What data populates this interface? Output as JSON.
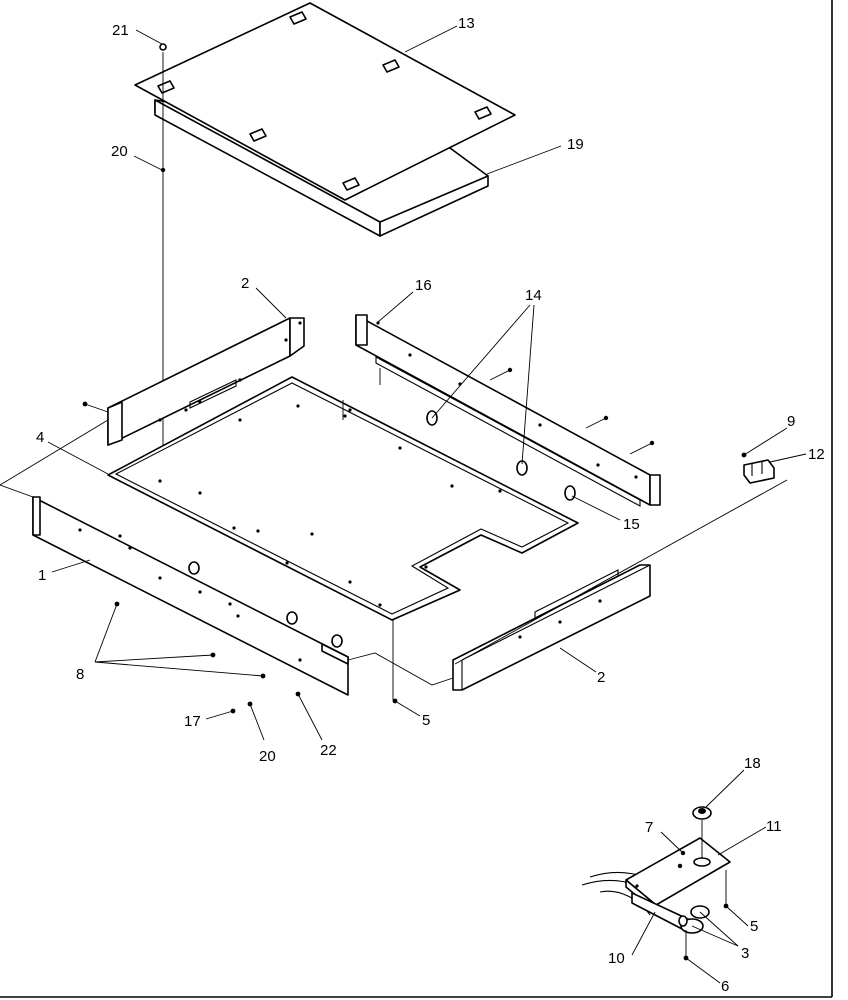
{
  "callouts": [
    {
      "id": "c21",
      "text": "21"
    },
    {
      "id": "c13",
      "text": "13"
    },
    {
      "id": "c20a",
      "text": "20"
    },
    {
      "id": "c19",
      "text": "19"
    },
    {
      "id": "c2a",
      "text": "2"
    },
    {
      "id": "c16",
      "text": "16"
    },
    {
      "id": "c14",
      "text": "14"
    },
    {
      "id": "c4",
      "text": "4"
    },
    {
      "id": "c9",
      "text": "9"
    },
    {
      "id": "c12",
      "text": "12"
    },
    {
      "id": "c15",
      "text": "15"
    },
    {
      "id": "c1",
      "text": "1"
    },
    {
      "id": "c8",
      "text": "8"
    },
    {
      "id": "c2b",
      "text": "2"
    },
    {
      "id": "c17",
      "text": "17"
    },
    {
      "id": "c20b",
      "text": "20"
    },
    {
      "id": "c22",
      "text": "22"
    },
    {
      "id": "c5a",
      "text": "5"
    },
    {
      "id": "c18",
      "text": "18"
    },
    {
      "id": "c7",
      "text": "7"
    },
    {
      "id": "c11",
      "text": "11"
    },
    {
      "id": "c5b",
      "text": "5"
    },
    {
      "id": "c3",
      "text": "3"
    },
    {
      "id": "c10",
      "text": "10"
    },
    {
      "id": "c6",
      "text": "6"
    }
  ]
}
